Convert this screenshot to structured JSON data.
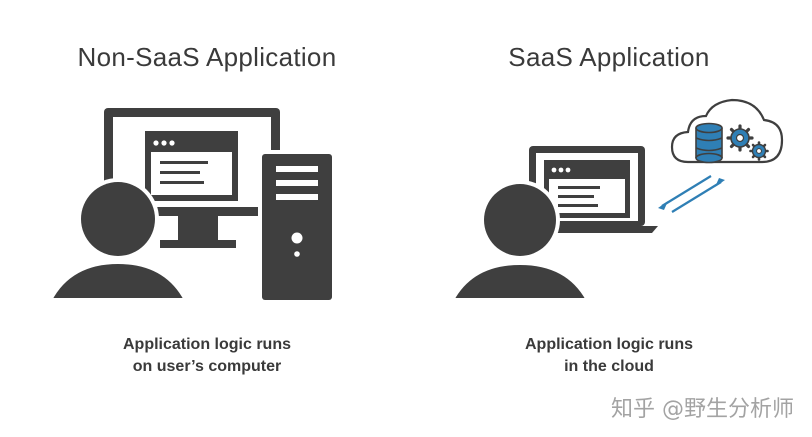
{
  "left_panel": {
    "title": "Non-SaaS Application",
    "caption_line1": "Application logic runs",
    "caption_line2": "on user’s computer"
  },
  "right_panel": {
    "title": "SaaS Application",
    "caption_line1": "Application logic runs",
    "caption_line2": "in the cloud"
  },
  "watermark": "知乎 @野生分析师",
  "colors": {
    "icon_dark": "#3f3f3f",
    "accent_blue": "#2f7fb5",
    "cloud_stroke": "#3f3f3f",
    "text": "#3a3a3a"
  }
}
